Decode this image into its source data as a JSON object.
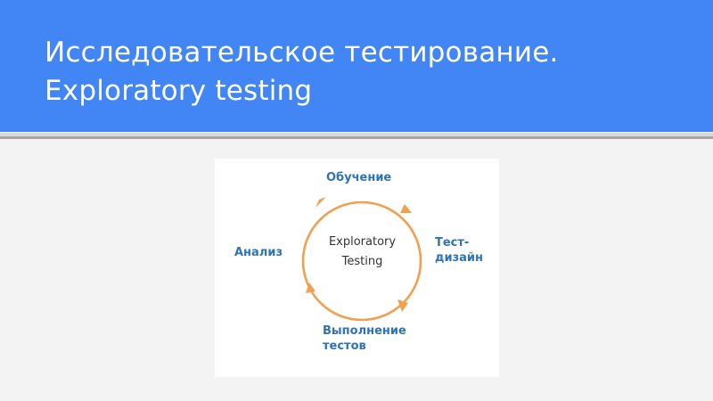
{
  "slide": {
    "title_line1": "Исследовательское тестирование.",
    "title_line2": "Exploratory testing"
  },
  "diagram": {
    "center_line1": "Exploratory",
    "center_line2": "Testing",
    "stages": {
      "top": "Обучение",
      "right_line1": "Тест-",
      "right_line2": "дизайн",
      "bottom_line1": "Выполнение",
      "bottom_line2": "тестов",
      "left": "Анализ"
    },
    "colors": {
      "cycle": "#f0a050",
      "labels": "#2e74b5",
      "header": "#4285f4"
    }
  }
}
